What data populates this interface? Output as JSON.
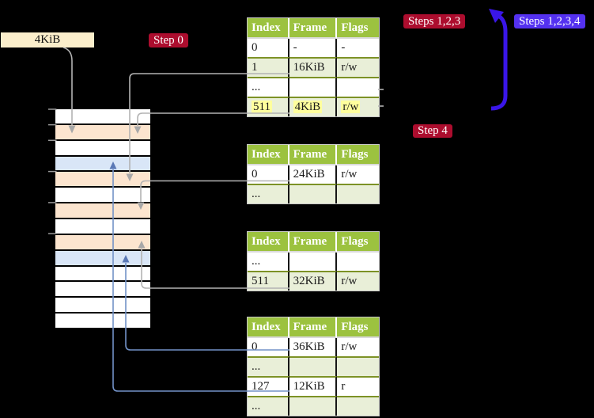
{
  "labels": {
    "frame_size": "4KiB",
    "step0": "Step 0",
    "steps123": "Steps 1,2,3",
    "steps1234": "Steps 1,2,3,4",
    "step4": "Step 4"
  },
  "colors": {
    "background": "#000000",
    "badge_crimson": "#ac0d2e",
    "badge_blue": "#5431f0",
    "thick_arrow_blue": "#3a16e8",
    "gray_connector": "#b3b3b3",
    "gray_arrowhead": "#a8a8a8",
    "blue_connector": "#7292c7",
    "blue_arrowhead": "#5a78b5",
    "tick_gray": "#9a9a9a",
    "table_header_green": "#9cc23f",
    "table_row_green": "#e9efd8",
    "highlight_yellow": "#ffff9d",
    "page_orange": "#fce5cf",
    "page_blue": "#d9e6f7",
    "label_cream": "#fbeecb",
    "olive_border": "#7d9226"
  },
  "memory": {
    "rows": [
      "white",
      "orange",
      "white",
      "blue",
      "orange",
      "white",
      "orange",
      "white",
      "orange",
      "blue",
      "white",
      "white",
      "white",
      "white"
    ]
  },
  "tables": [
    {
      "headers": [
        "Index",
        "Frame",
        "Flags"
      ],
      "rows": [
        {
          "index": "0",
          "frame": "-",
          "flags": "-"
        },
        {
          "index": "1",
          "frame": "16KiB",
          "flags": "r/w"
        },
        {
          "index": "...",
          "frame": "",
          "flags": ""
        },
        {
          "index": "511",
          "frame": "4KiB",
          "flags": "r/w"
        }
      ]
    },
    {
      "headers": [
        "Index",
        "Frame",
        "Flags"
      ],
      "rows": [
        {
          "index": "0",
          "frame": "24KiB",
          "flags": "r/w"
        },
        {
          "index": "...",
          "frame": "",
          "flags": ""
        }
      ]
    },
    {
      "headers": [
        "Index",
        "Frame",
        "Flags"
      ],
      "rows": [
        {
          "index": "...",
          "frame": "",
          "flags": ""
        },
        {
          "index": "511",
          "frame": "32KiB",
          "flags": "r/w"
        }
      ]
    },
    {
      "headers": [
        "Index",
        "Frame",
        "Flags"
      ],
      "rows": [
        {
          "index": "0",
          "frame": "36KiB",
          "flags": "r/w"
        },
        {
          "index": "...",
          "frame": "",
          "flags": ""
        },
        {
          "index": "127",
          "frame": "12KiB",
          "flags": "r"
        },
        {
          "index": "...",
          "frame": "",
          "flags": ""
        }
      ]
    }
  ]
}
